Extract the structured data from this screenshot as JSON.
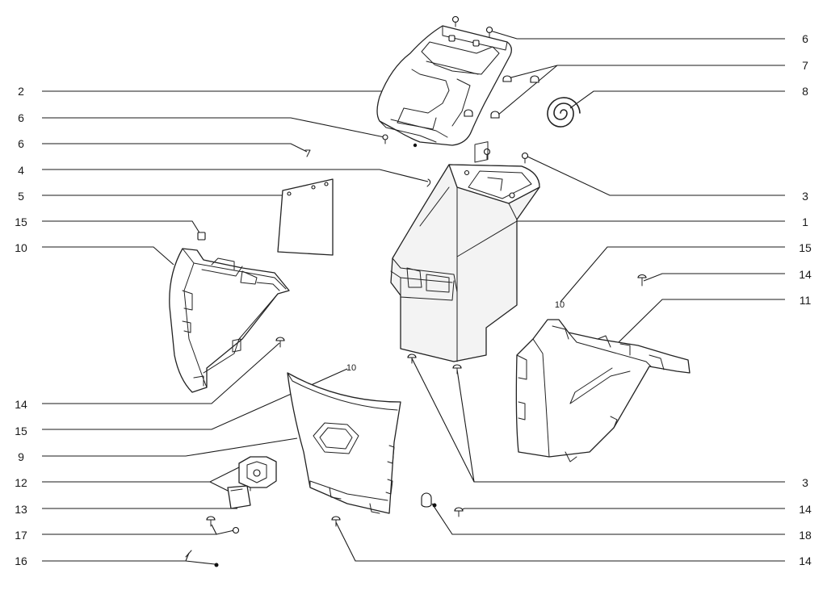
{
  "diagram": {
    "left_callouts": [
      "2",
      "6",
      "6",
      "4",
      "5",
      "15",
      "10",
      "14",
      "15",
      "9",
      "12",
      "13",
      "17",
      "16"
    ],
    "right_callouts": [
      "6",
      "7",
      "8",
      "3",
      "1",
      "15",
      "14",
      "11",
      "3",
      "14",
      "18",
      "14"
    ],
    "part_stamps": [
      "10",
      "10"
    ],
    "colors": {
      "line": "#1a1a1a",
      "background": "#ffffff"
    }
  }
}
